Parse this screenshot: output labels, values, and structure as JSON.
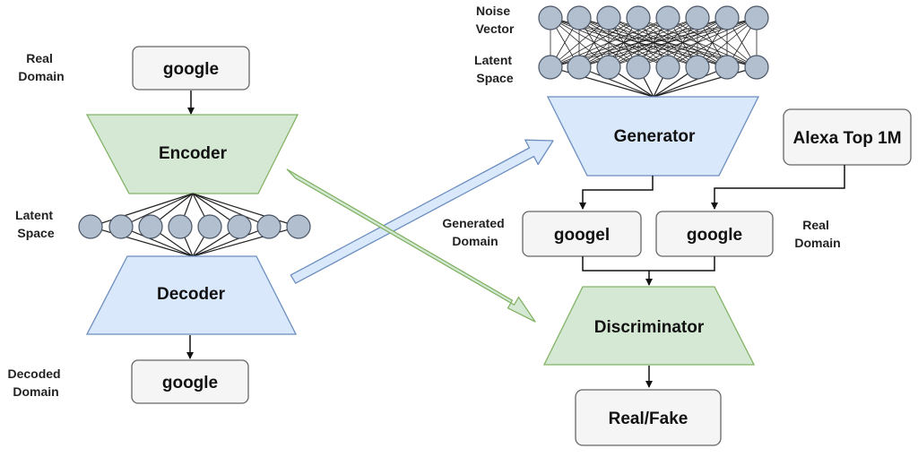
{
  "colors": {
    "green_fill": "#d5e8d4",
    "green_stroke": "#82b366",
    "blue_fill": "#dae8fc",
    "blue_stroke": "#6c8ebf",
    "box_fill": "#f5f5f5",
    "box_stroke": "#666666",
    "node_fill": "#b1bfcf",
    "node_stroke": "#4a5566"
  },
  "left": {
    "real_domain_label": [
      "Real",
      "Domain"
    ],
    "input_box": "google",
    "encoder": "Encoder",
    "latent_label": [
      "Latent",
      "Space"
    ],
    "decoder": "Decoder",
    "decoded_label": [
      "Decoded",
      "Domain"
    ],
    "output_box": "google"
  },
  "right": {
    "noise_label": [
      "Noise",
      "Vector"
    ],
    "latent_label": [
      "Latent",
      "Space"
    ],
    "generator": "Generator",
    "alexa_box": "Alexa Top 1M",
    "generated_label": [
      "Generated",
      "Domain"
    ],
    "generated_box": "googel",
    "real_box": "google",
    "real_label": [
      "Real",
      "Domain"
    ],
    "discriminator": "Discriminator",
    "output_box": "Real/Fake"
  }
}
